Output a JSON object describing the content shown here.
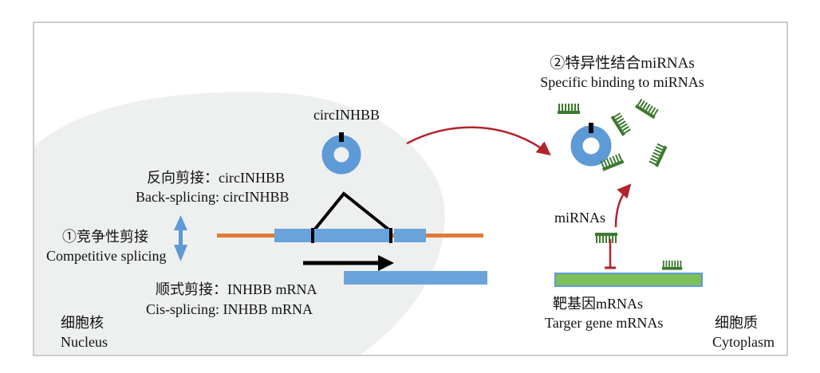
{
  "specific_binding": {
    "zh": "②特异性结合miRNAs",
    "en": "Specific binding to miRNAs"
  },
  "circ_label": "circINHBB",
  "back_splicing": {
    "zh": "反向剪接：circINHBB",
    "en": "Back-splicing: circINHBB"
  },
  "competitive": {
    "zh": "①竞争性剪接",
    "en": "Competitive splicing"
  },
  "cis_splicing": {
    "zh": "顺式剪接：INHBB mRNA",
    "en": "Cis-splicing: INHBB mRNA"
  },
  "nucleus": {
    "zh": "细胞核",
    "en": "Nucleus"
  },
  "mirnas_label": "miRNAs",
  "target_gene": {
    "zh": "靶基因mRNAs",
    "en": "Targer gene mRNAs"
  },
  "cytoplasm": {
    "zh": "细胞质",
    "en": "Cytoplasm"
  },
  "colors": {
    "nucleus_fill": "#eef0f0",
    "circ_rna": "#5e9ad6",
    "exon": "#6aa3dc",
    "intron": "#e07b35",
    "mirna": "#3c7a2f",
    "target_mrna": "#7dc05a",
    "arrow_red": "#b3232b",
    "double_arrow": "#5e9ad6",
    "line_black": "#000000"
  }
}
